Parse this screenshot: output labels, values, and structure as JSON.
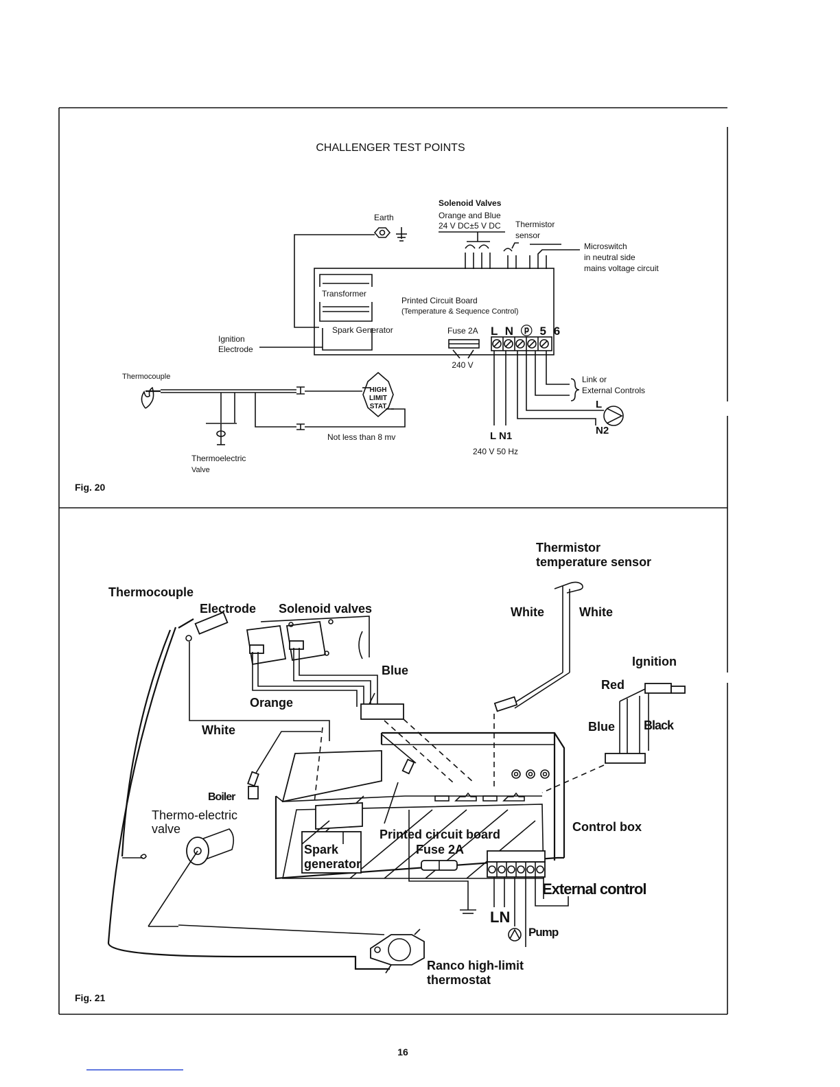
{
  "page_number": "16",
  "fig20": {
    "caption": "Fig. 20",
    "title": "CHALLENGER TEST POINTS",
    "earth": "Earth",
    "solenoid_title": "Solenoid Valves",
    "solenoid_line1": "Orange and Blue",
    "solenoid_line2": "24 V DC±5 V DC",
    "thermistor_line1": "Thermistor",
    "thermistor_line2": "sensor",
    "microswitch_line1": "Microswitch",
    "microswitch_line2": "in neutral side",
    "microswitch_line3": "mains voltage circuit",
    "transformer": "Transformer",
    "pcb_line1": "Printed Circuit Board",
    "pcb_line2": "(Temperature & Sequence Control)",
    "spark_generator": "Spark Generator",
    "fuse": "Fuse 2A",
    "terminals": "L N ⓟ 5 6",
    "ignition_line1": "Ignition",
    "ignition_line2": "Electrode",
    "v240": "240 V",
    "thermocouple": "Thermocouple",
    "high_limit_line1": "HIGH",
    "high_limit_line2": "LIMIT",
    "high_limit_line3": "STAT",
    "link_line1": "Link or",
    "link_line2": "External Controls",
    "pump_l": "L",
    "pump_n2": "N2",
    "not_less": "Not less than 8 mv",
    "supply_ln": "L N1",
    "supply_spec": "240 V   50 Hz",
    "thermoelectric_line1": "Thermoelectric",
    "thermoelectric_line2": "Valve"
  },
  "fig21": {
    "caption": "Fig. 21",
    "thermistor_line1": "Thermistor",
    "thermistor_line2": "temperature sensor",
    "thermocouple": "Thermocouple",
    "electrode": "Electrode",
    "solenoid": "Solenoid valves",
    "white_left": "White",
    "white_right": "White",
    "ignition": "Ignition",
    "blue_top": "Blue",
    "red": "Red",
    "orange": "Orange",
    "white_wire": "White",
    "blue_right": "Blue",
    "black": "Black",
    "boiler": "Boiler",
    "thermo_electric_line1": "Thermo-electric",
    "thermo_electric_line2": "valve",
    "control_box": "Control box",
    "pcb": "Printed circuit board",
    "spark_line1": "Spark",
    "spark_line2": "generator",
    "fuse": "Fuse 2A",
    "external_control": "External control",
    "ln": "LN",
    "pump": "Pump",
    "ranco_line1": "Ranco high-limit",
    "ranco_line2": "thermostat"
  }
}
